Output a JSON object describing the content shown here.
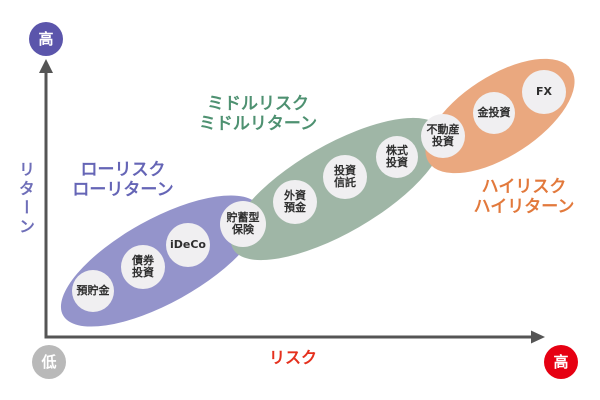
{
  "axis": {
    "y_label": "リターン",
    "x_label": "リスク",
    "y_label_color": "#6e6eb8",
    "x_label_color": "#e5301d",
    "line_color": "#555555",
    "top_badge": {
      "label": "高",
      "color": "#5b55ab"
    },
    "bottom_badge": {
      "label": "低",
      "color": "#b9b9b9"
    },
    "right_badge": {
      "label": "高",
      "color": "#e60012"
    }
  },
  "groups": [
    {
      "title_line1": "ローリスク",
      "title_line2": "ローリターン",
      "fill": "#9494cb",
      "title_color": "#6565b6"
    },
    {
      "title_line1": "ミドルリスク",
      "title_line2": "ミドルリターン",
      "fill": "#9fb6a6",
      "title_color": "#4e9171"
    },
    {
      "title_line1": "ハイリスク",
      "title_line2": "ハイリターン",
      "fill": "#eaa87f",
      "title_color": "#e2793c"
    }
  ],
  "bubbles": [
    {
      "lines": [
        "預貯金"
      ]
    },
    {
      "lines": [
        "債券",
        "投資"
      ]
    },
    {
      "lines": [
        "iDeCo"
      ]
    },
    {
      "lines": [
        "貯蓄型",
        "保険"
      ]
    },
    {
      "lines": [
        "外資",
        "預金"
      ]
    },
    {
      "lines": [
        "投資",
        "信託"
      ]
    },
    {
      "lines": [
        "株式",
        "投資"
      ]
    },
    {
      "lines": [
        "不動産",
        "投資"
      ]
    },
    {
      "lines": [
        "金投資"
      ]
    },
    {
      "lines": [
        "FX"
      ]
    }
  ],
  "styles": {
    "bubble_fill": "#f0eff1"
  }
}
